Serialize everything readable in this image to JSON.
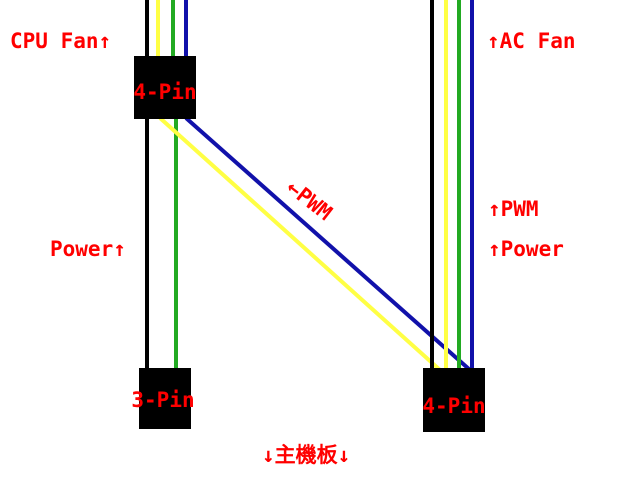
{
  "colors": {
    "background": "#ffffff",
    "connector": "#000000",
    "label": "#ff0000",
    "wire_black": "#000000",
    "wire_yellow": "#ffff44",
    "wire_green": "#22aa22",
    "wire_blue": "#1111aa"
  },
  "labels": {
    "cpu_fan": "CPU Fan↑",
    "ac_fan": "↑AC Fan",
    "pwm_diag": "←PWM",
    "pwm_right": "↑PWM",
    "power_left": "Power↑",
    "power_right": "↑Power",
    "motherboard": "↓主機板↓"
  },
  "connectors": {
    "cpu_4pin": "4-Pin",
    "left_3pin": "3-Pin",
    "right_4pin": "4-Pin"
  }
}
